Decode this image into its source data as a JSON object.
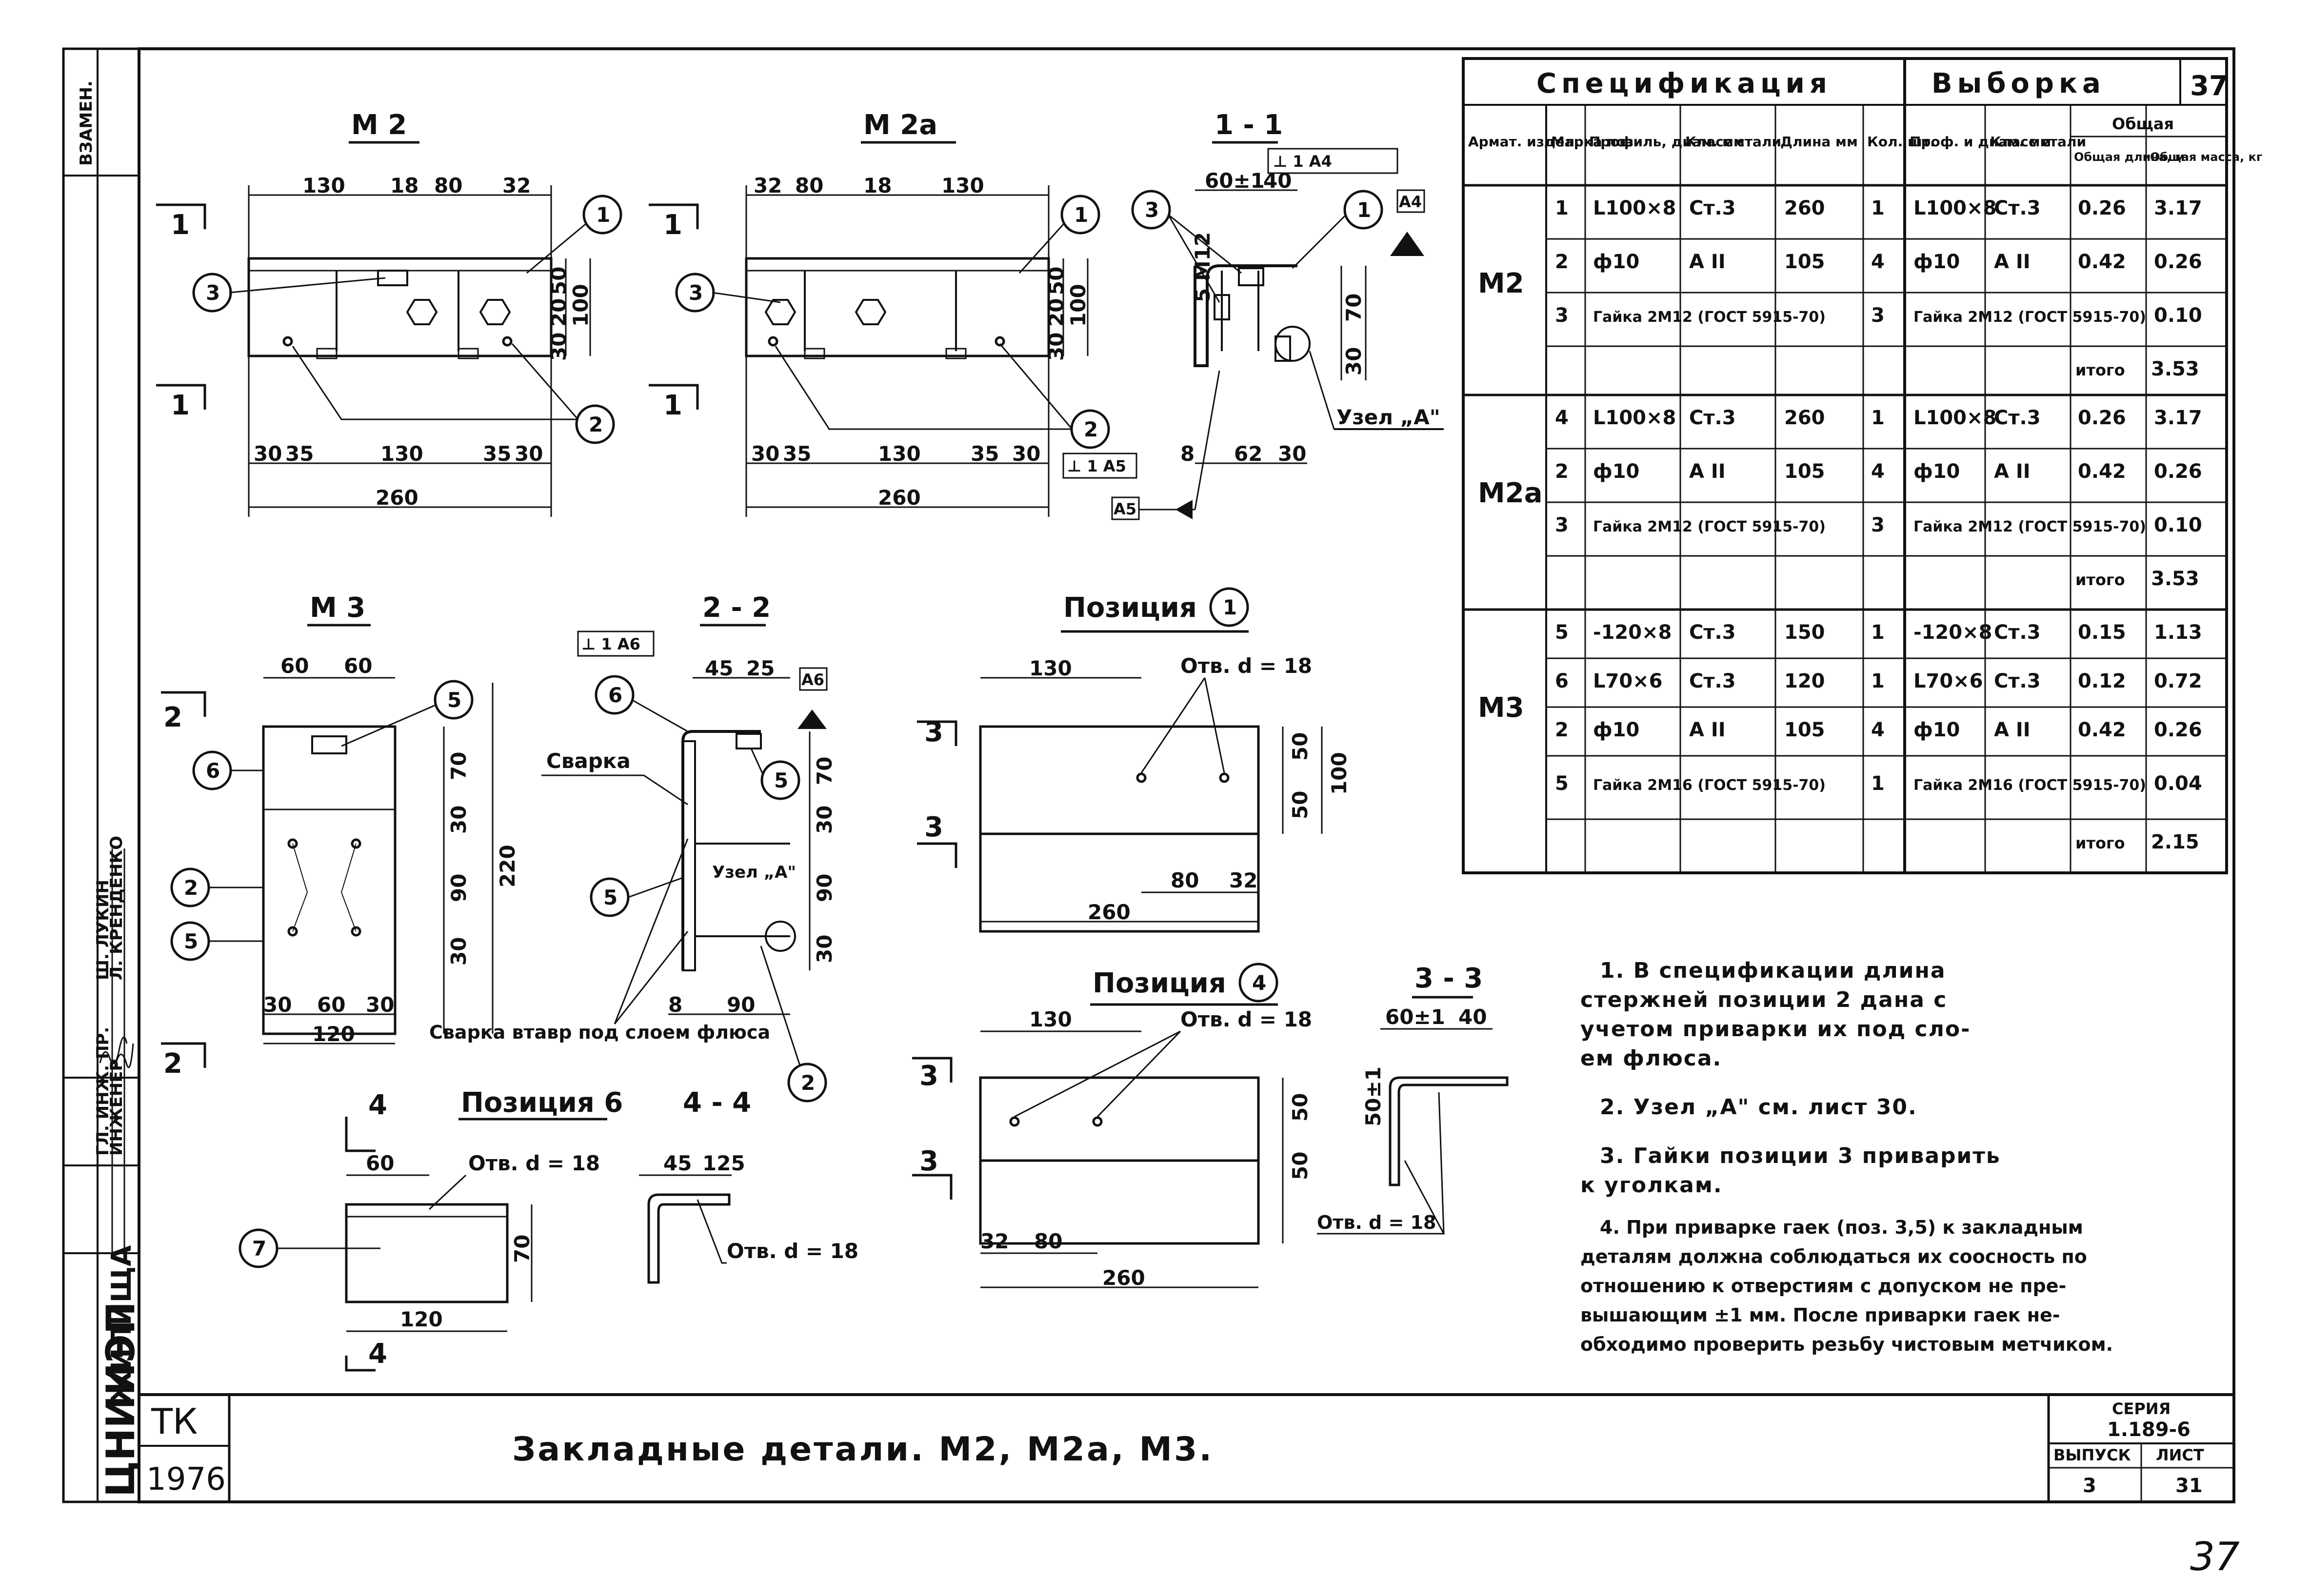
{
  "sheet": {
    "top_number": "37",
    "corner_number": "37",
    "left_strip": {
      "stamp": "ВЗАМЕН.",
      "role_1": "ГЛ. ИНЖ. ПР.",
      "role_2": "ИНЖЕНЕР",
      "name_1": "Ш. ЛУКИН",
      "name_2": "Л. КРЕНДЕНКО",
      "org": "ЖИЛИЩА",
      "logo": "ЦНИИЭП"
    },
    "title_block": {
      "code": "ТК",
      "year": "1976",
      "title": "Закладные детали. М2, М2а, М3.",
      "series_label": "СЕРИЯ",
      "series_value": "1.189-6",
      "issue_label": "ВЫПУСК",
      "issue_value": "3",
      "sheet_label": "ЛИСТ",
      "sheet_value": "31"
    }
  },
  "views": {
    "m2": {
      "title": "М 2",
      "dims_top": [
        "130",
        "18",
        "80",
        "32"
      ],
      "dims_side": [
        "50",
        "20",
        "30",
        "100"
      ],
      "dims_bottom": [
        "30",
        "35",
        "130",
        "35",
        "30"
      ],
      "total": "260",
      "callouts": [
        "1",
        "2",
        "3"
      ],
      "section_mark": "1"
    },
    "m2a": {
      "title": "М 2а",
      "dims_top": [
        "32",
        "80",
        "18",
        "130"
      ],
      "dims_side": [
        "50",
        "20",
        "30",
        "100"
      ],
      "dims_bottom": [
        "30",
        "35",
        "130",
        "35",
        "30"
      ],
      "total": "260",
      "callouts": [
        "1",
        "2",
        "3"
      ],
      "section_mark": "1"
    },
    "sec11": {
      "title": "1 - 1",
      "dims_top": [
        "60±1",
        "40"
      ],
      "dims_side": [
        "5 М12",
        "70",
        "30"
      ],
      "dims_bottom": [
        "8",
        "62",
        "30"
      ],
      "weld_label": "⊥ 1 А4",
      "weld_label_2": "⊥ 1 А5",
      "weld_tag": "А4",
      "weld_tag_2": "А5",
      "node": "Узел „А\""
    },
    "m3": {
      "title": "М 3",
      "dims_top": [
        "60",
        "60"
      ],
      "dims_side": [
        "70",
        "30",
        "90",
        "30"
      ],
      "height": "220",
      "dims_bottom": [
        "30",
        "60",
        "30"
      ],
      "total": "120",
      "callouts": [
        "6",
        "2",
        "5"
      ],
      "section_mark": "2"
    },
    "sec22": {
      "title": "2 - 2",
      "weld_label": "⊥ 1 А6",
      "weld_tag": "А6",
      "dims_top": [
        "45",
        "25"
      ],
      "dims_side": [
        "70",
        "30",
        "90",
        "30"
      ],
      "dims_bottom": [
        "8",
        "90"
      ],
      "label_weld": "Сварка",
      "label_weld_under": "Сварка втавр под слоем флюса",
      "node": "Узел „А\"",
      "callouts": [
        "6",
        "5",
        "5",
        "2"
      ]
    },
    "pos1": {
      "title": "Позиция",
      "num": "1",
      "hole": "Отв. d = 18",
      "dims": [
        "130",
        "80",
        "32",
        "260",
        "50",
        "50",
        "100"
      ],
      "section_mark": "3"
    },
    "pos4": {
      "title": "Позиция",
      "num": "4",
      "hole": "Отв. d = 18",
      "dims": [
        "130",
        "32",
        "80",
        "260",
        "50",
        "50"
      ],
      "section_mark": "3"
    },
    "sec33": {
      "title": "3 - 3",
      "dims": [
        "60±1",
        "40",
        "50±1"
      ],
      "hole": "Отв. d = 18"
    },
    "pos6": {
      "title": "Позиция 6",
      "hole": "Отв. d = 18",
      "dims": [
        "60",
        "70",
        "120"
      ],
      "callout": "7",
      "section_mark": "4"
    },
    "sec44": {
      "title": "4 - 4",
      "dims": [
        "45",
        "125"
      ],
      "hole": "Отв. d = 18"
    }
  },
  "spec": {
    "title": "Спецификация",
    "pick_title": "Выборка",
    "headers": [
      "Армат. издел.",
      "Марка поз.",
      "Профиль, диам. мм",
      "Класс стали",
      "Длина мм",
      "Кол. шт.",
      "Проф. и диам. мм",
      "Класс стали",
      "Общая длина, м",
      "Общая масса, кг"
    ],
    "general_label": "Общая",
    "groups": [
      {
        "name": "М2",
        "rows": [
          [
            "1",
            "L100×8",
            "Ст.3",
            "260",
            "1",
            "L100×8",
            "Ст.3",
            "0.26",
            "3.17"
          ],
          [
            "2",
            "ф10",
            "А II",
            "105",
            "4",
            "ф10",
            "А II",
            "0.42",
            "0.26"
          ],
          [
            "3",
            "Гайка 2М12 (ГОСТ 5915-70)",
            "",
            "",
            "3",
            "Гайка 2М12 (ГОСТ 5915-70)",
            "",
            "",
            "0.10"
          ]
        ],
        "total_label": "итого",
        "total": "3.53"
      },
      {
        "name": "М2а",
        "rows": [
          [
            "4",
            "L100×8",
            "Ст.3",
            "260",
            "1",
            "L100×8",
            "Ст.3",
            "0.26",
            "3.17"
          ],
          [
            "2",
            "ф10",
            "А II",
            "105",
            "4",
            "ф10",
            "А II",
            "0.42",
            "0.26"
          ],
          [
            "3",
            "Гайка 2М12 (ГОСТ 5915-70)",
            "",
            "",
            "3",
            "Гайка 2М12 (ГОСТ 5915-70)",
            "",
            "",
            "0.10"
          ]
        ],
        "total_label": "итого",
        "total": "3.53"
      },
      {
        "name": "М3",
        "rows": [
          [
            "5",
            "-120×8",
            "Ст.3",
            "150",
            "1",
            "-120×8",
            "Ст.3",
            "0.15",
            "1.13"
          ],
          [
            "6",
            "L70×6",
            "Ст.3",
            "120",
            "1",
            "L70×6",
            "Ст.3",
            "0.12",
            "0.72"
          ],
          [
            "2",
            "ф10",
            "А II",
            "105",
            "4",
            "ф10",
            "А II",
            "0.42",
            "0.26"
          ],
          [
            "5",
            "Гайка 2М16 (ГОСТ 5915-70)",
            "",
            "",
            "1",
            "Гайка 2М16 (ГОСТ 5915-70)",
            "",
            "",
            "0.04"
          ]
        ],
        "total_label": "итого",
        "total": "2.15"
      }
    ]
  },
  "notes": [
    "1. В спецификации длина стержней позиции 2 дана с учетом приварки их под слоем флюса.",
    "2. Узел „А\" см. лист 30.",
    "3. Гайки позиции 3 приварить к уголкам.",
    "4. При приварке гаек (поз. 3,5) к закладным деталям должна соблюдаться их соосность по отношению к отверстиям с допуском не превышающим ±1 мм. После приварки гаек необходимо проверить резьбу чистовым метчиком."
  ]
}
